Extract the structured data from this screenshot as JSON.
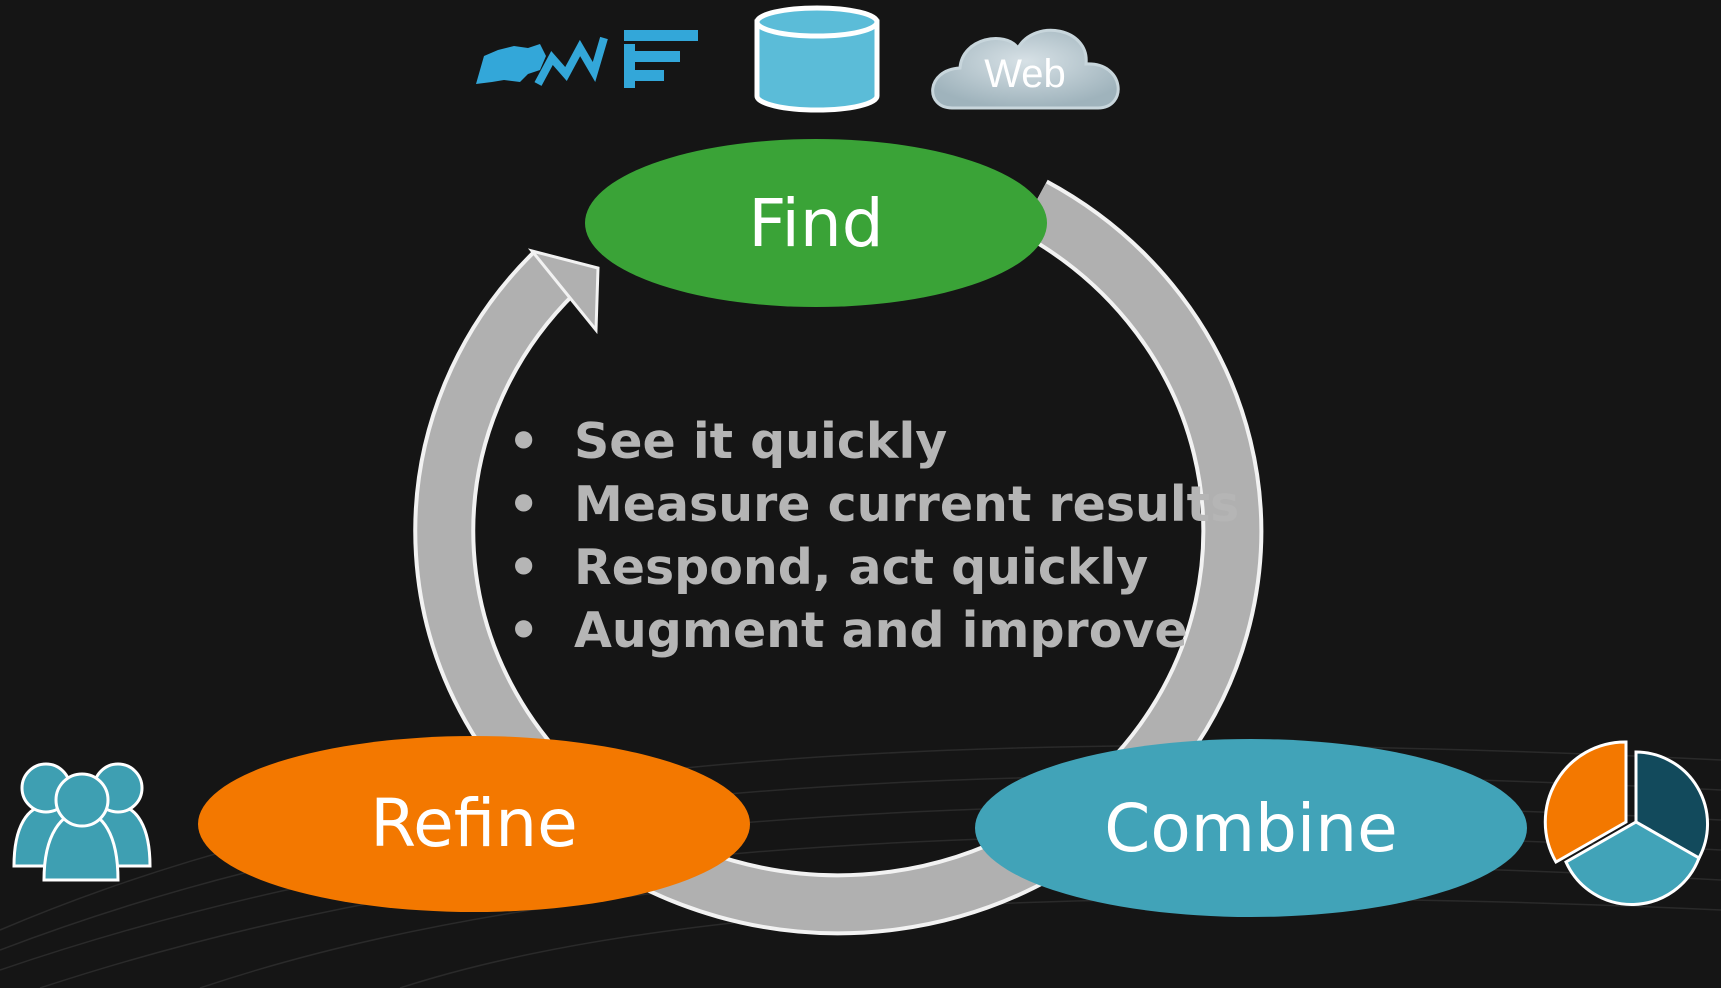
{
  "cycle": {
    "stages": [
      {
        "id": "find",
        "label": "Find",
        "color": "#3aa337"
      },
      {
        "id": "combine",
        "label": "Combine",
        "color": "#41a3b8"
      },
      {
        "id": "refine",
        "label": "Refine",
        "color": "#f37800"
      }
    ],
    "arrow_color": "#b0b0b0"
  },
  "bullets": [
    "See it quickly",
    "Measure current results",
    "Respond, act quickly",
    "Augment and improve"
  ],
  "bullet_marker": "•",
  "sources": {
    "cloud_label": "Web",
    "icons": [
      "map-chart-icon",
      "bar-chart-icon",
      "database-icon",
      "cloud-icon"
    ]
  },
  "side_icons": [
    "people-icon",
    "pie-chart-icon"
  ],
  "colors": {
    "blue_icon": "#33a7d9",
    "database": "#5bbcd8",
    "people": "#3e9fb2",
    "pie_orange": "#f37800",
    "pie_teal": "#41a3b8",
    "pie_dark": "#124a5c"
  }
}
